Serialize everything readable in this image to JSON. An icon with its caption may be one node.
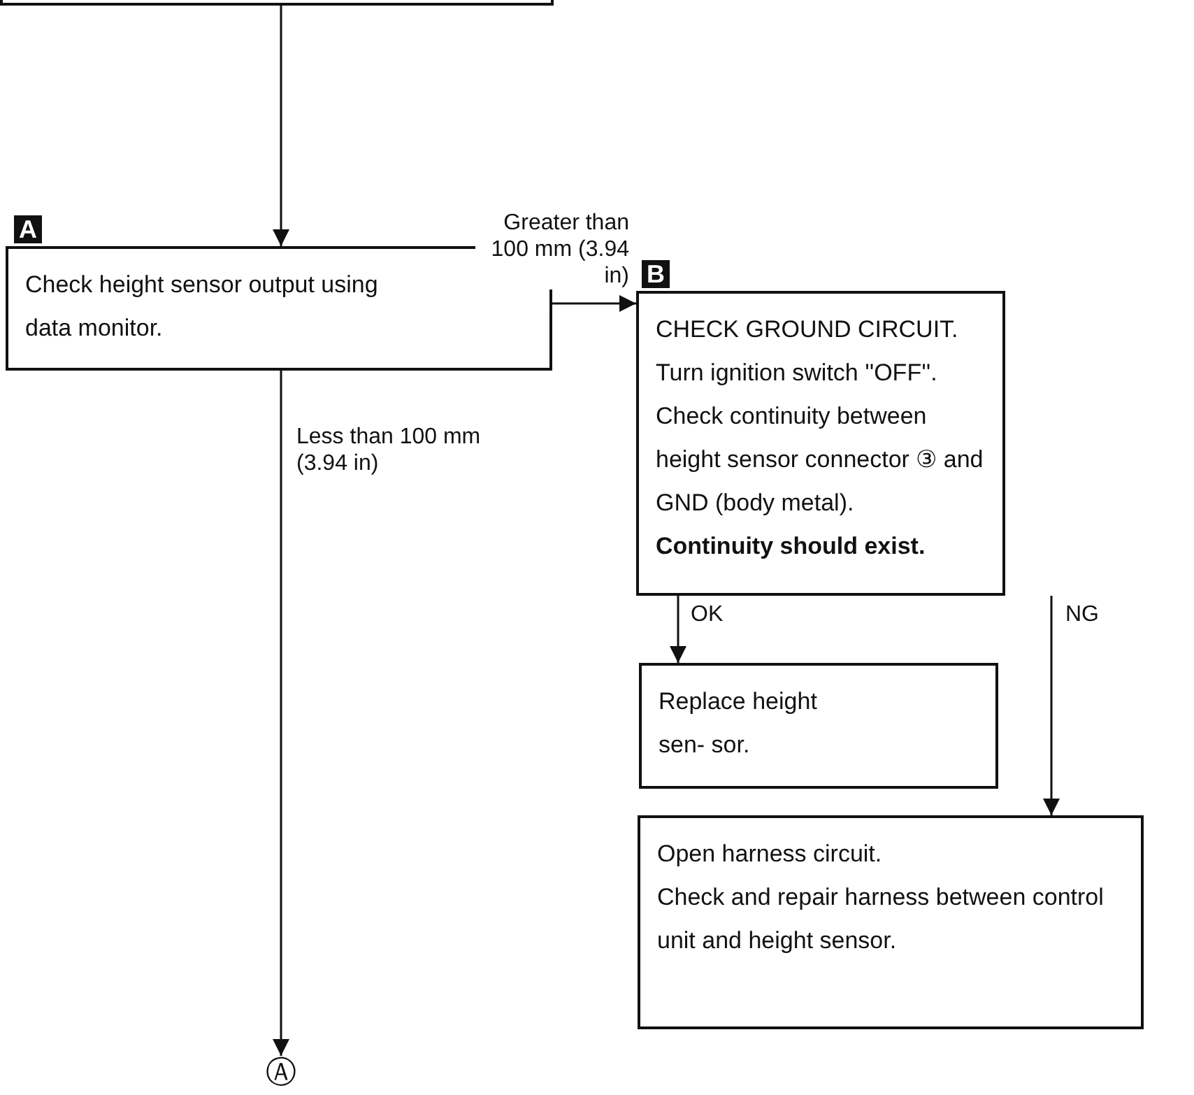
{
  "diagram": {
    "nodes": [
      {
        "text": [],
        "shape": "box"
      },
      {
        "text": [
          "A",
          "Check height sensor output using data monitor."
        ]
      },
      {
        "text": [
          "B",
          "CHECK GROUND CIRCUIT.",
          "Turn ignition switch ''OFF''.",
          "Check continuity between height sensor connector ③ and GND (body metal).",
          "**Continuity should exist.**"
        ]
      },
      {
        "text": [
          "Replace height sen- sor."
        ]
      },
      {
        "text": [
          "Open harness circuit.",
          "Check and repair harness between control unit and height sensor."
        ]
      },
      {
        "text": [
          "Ⓐ"
        ]
      }
    ],
    "edges": [
      {
        "from": 0,
        "to": 1,
        "arrow": "to"
      },
      {
        "from": 1,
        "to": 2,
        "arrow": "to",
        "label": "Greater than 100 mm (3.94 in)"
      },
      {
        "from": 1,
        "to": 5,
        "arrow": "to",
        "label": "Less than 100 mm (3.94 in)"
      },
      {
        "from": 2,
        "to": 3,
        "arrow": "to",
        "label": "OK"
      },
      {
        "from": 2,
        "to": 4,
        "arrow": "to",
        "label": "NG"
      }
    ]
  }
}
